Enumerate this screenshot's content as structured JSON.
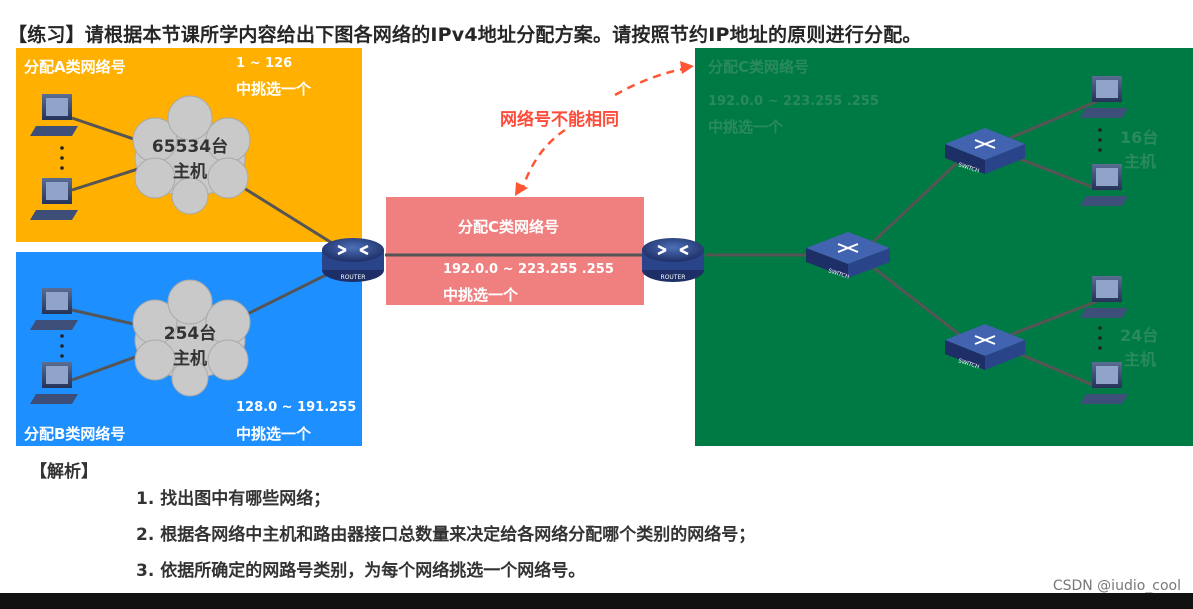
{
  "title": "【练习】请根据本节课所学内容给出下图各网络的IPv4地址分配方案。请按照节约IP地址的原则进行分配。",
  "network_a": {
    "label": "分配A类网络号",
    "range": "1 ~ 126",
    "pick": "中挑选一个",
    "cloud_count": "65534台",
    "cloud_unit": "主机",
    "color": "#ffb000"
  },
  "network_b": {
    "label": "分配B类网络号",
    "range": "128.0 ~ 191.255",
    "pick": "中挑选一个",
    "cloud_count": "254台",
    "cloud_unit": "主机",
    "color": "#1e8fff"
  },
  "network_link": {
    "label": "分配C类网络号",
    "range": "192.0.0 ~ 223.255 .255",
    "pick": "中挑选一个",
    "color": "#f08080"
  },
  "network_c": {
    "label": "分配C类网络号",
    "range": "192.0.0 ~ 223.255 .255",
    "pick": "中挑选一个",
    "hosts_top_count": "16台",
    "hosts_top_unit": "主机",
    "hosts_bottom_count": "24台",
    "hosts_bottom_unit": "主机",
    "color": "#007a44"
  },
  "note": "网络号不能相同",
  "device_labels": {
    "router": "ROUTER",
    "switch": "SWITCH"
  },
  "analysis": {
    "heading": "【解析】",
    "steps": [
      "1. 找出图中有哪些网络；",
      "2. 根据各网络中主机和路由器接口总数量来决定给各网络分配哪个类别的网络号；",
      "3. 依据所确定的网路号类别，为每个网络挑选一个网络号。"
    ]
  },
  "watermark": "CSDN @iudio_cool"
}
